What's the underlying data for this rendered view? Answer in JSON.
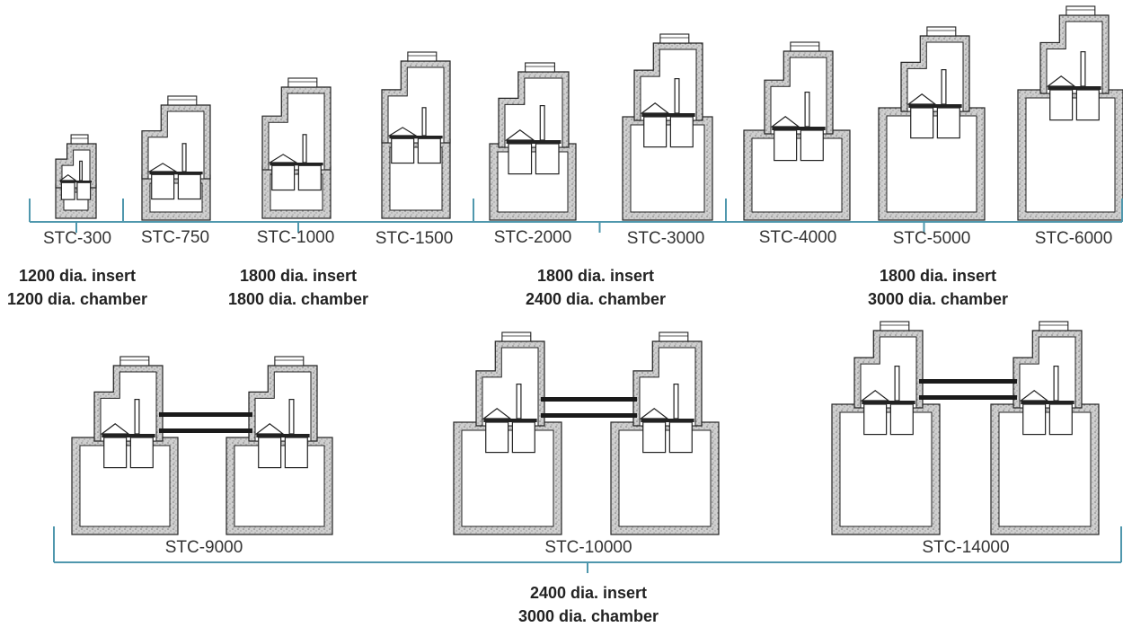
{
  "colors": {
    "bracket": "#4f97ad",
    "concrete": "#c9c9c9",
    "line": "#222222"
  },
  "top_row": {
    "models": [
      "STC-300",
      "STC-750",
      "STC-1000",
      "STC-1500",
      "STC-2000",
      "STC-3000",
      "STC-4000",
      "STC-5000",
      "STC-6000"
    ],
    "groups": [
      {
        "insert": "1200 dia. insert",
        "chamber": "1200 dia. chamber"
      },
      {
        "insert": "1800 dia. insert",
        "chamber": "1800 dia. chamber"
      },
      {
        "insert": "1800 dia. insert",
        "chamber": "2400 dia. chamber"
      },
      {
        "insert": "1800 dia. insert",
        "chamber": "3000 dia. chamber"
      }
    ]
  },
  "bottom_row": {
    "models": [
      "STC-9000",
      "STC-10000",
      "STC-14000"
    ],
    "group": {
      "insert": "2400 dia. insert",
      "chamber": "3000 dia. chamber"
    }
  }
}
